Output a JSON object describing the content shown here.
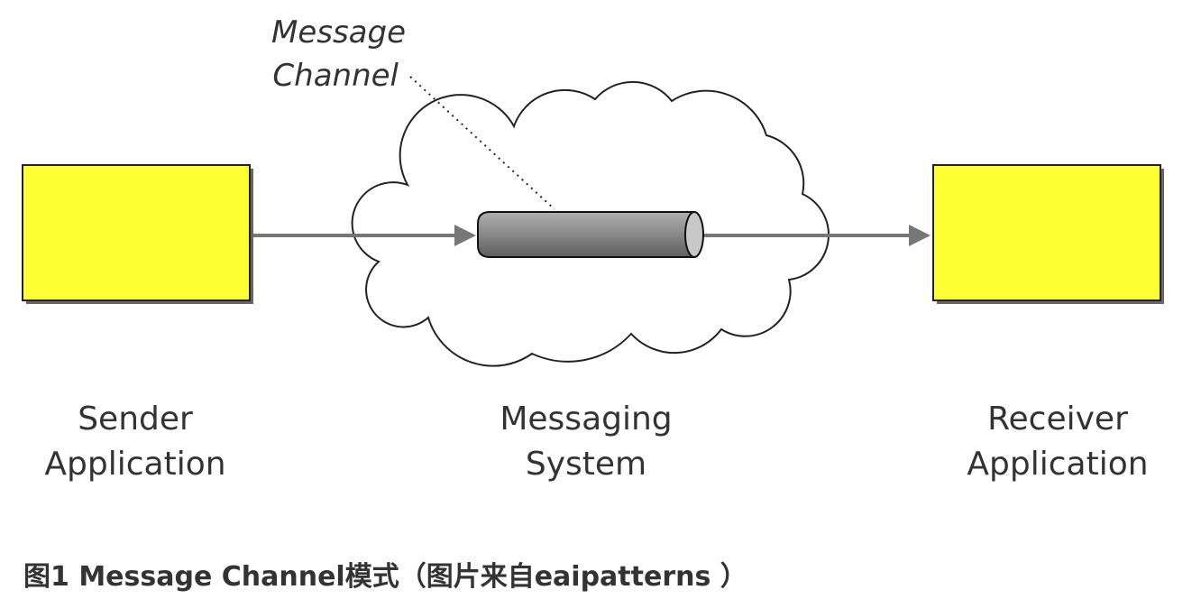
{
  "diagram": {
    "channel_label": [
      "Message",
      "Channel"
    ],
    "sender_label": [
      "Sender",
      "Application"
    ],
    "system_label": [
      "Messaging",
      "System"
    ],
    "receiver_label": [
      "Receiver",
      "Application"
    ],
    "colors": {
      "box_fill": "#ffff33",
      "arrow": "#777777",
      "cylinder": "#8a8a8a"
    }
  },
  "caption": "图1 Message Channel模式（图片来自eaipatterns ）"
}
